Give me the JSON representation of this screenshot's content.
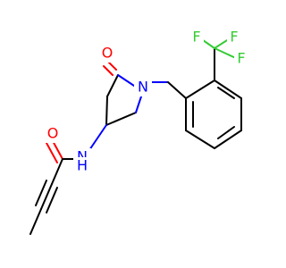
{
  "molecule": {
    "atoms": {
      "carbonyl_oxygen_ring": "O",
      "ring_nitrogen": "N",
      "amide_nitrogen": "N",
      "amide_hydrogen": "H",
      "amide_oxygen": "O",
      "fluorine_top_left": "F",
      "fluorine_top_right": "F",
      "fluorine_right": "F"
    }
  },
  "colors": {
    "carbon": "#000000",
    "oxygen": "#ff0000",
    "nitrogen": "#0000ff",
    "fluorine": "#33cc33",
    "background": "#ffffff"
  }
}
